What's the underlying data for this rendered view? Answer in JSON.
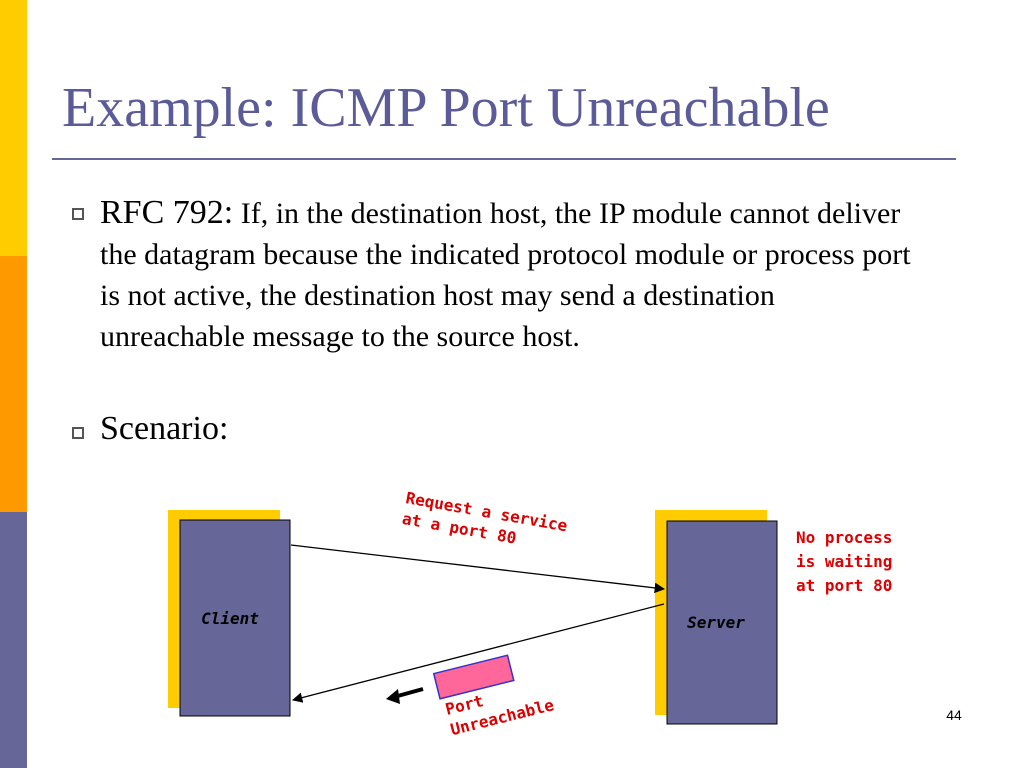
{
  "colors": {
    "sidebar_yellow": "#FFCC00",
    "sidebar_orange": "#FF9900",
    "sidebar_purple": "#666699",
    "title": "#5B5B99",
    "rule": "#666699",
    "box_fill": "#666699",
    "box_shadow": "#FFCC00",
    "note_red": "#DD0000",
    "port_label_fill": "#FF6699",
    "port_label_stroke": "#3333CC"
  },
  "slide": {
    "title": "Example: ICMP Port Unreachable",
    "page_number": "44"
  },
  "bullets": {
    "rfc_lead": "RFC 792:",
    "rfc_body": " If, in the destination host, the IP module cannot deliver the datagram  because the indicated protocol module or process port is not active, the destination host may send a destination unreachable message to the source host.",
    "scenario": "Scenario:"
  },
  "diagram": {
    "client_label": "Client",
    "server_label": "Server",
    "request_note": [
      "Request a service",
      "at a port 80"
    ],
    "server_note": [
      "No process",
      "is waiting",
      "at port 80"
    ],
    "reply_label": [
      "Port",
      "Unreachable"
    ]
  }
}
